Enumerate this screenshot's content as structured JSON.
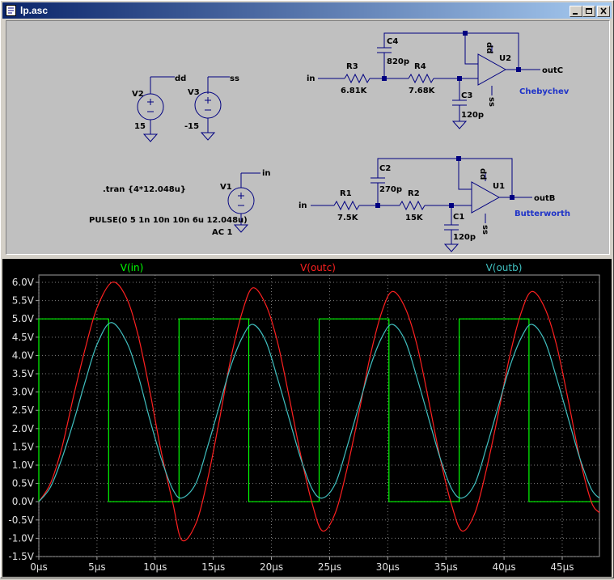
{
  "window": {
    "title": "lp.asc"
  },
  "schematic": {
    "labels": {
      "dd": "dd",
      "ss": "ss",
      "in": "in",
      "v2": "V2",
      "v2_value": "15",
      "v3": "V3",
      "v3_value": "-15",
      "v1": "V1",
      "tran": ".tran {4*12.048u}",
      "pulse": "PULSE(0 5 1n 10n 10n 6u 12.048u)",
      "ac": "AC 1",
      "c4": "C4",
      "c4_value": "820p",
      "r3": "R3",
      "r3_value": "6.81K",
      "r4": "R4",
      "r4_value": "7.68K",
      "c3": "C3",
      "c3_value": "120p",
      "u2": "U2",
      "outc": "outC",
      "chebychev": "Chebychev",
      "c2": "C2",
      "c2_value": "270p",
      "r1": "R1",
      "r1_value": "7.5K",
      "r2": "R2",
      "r2_value": "15K",
      "c1": "C1",
      "c1_value": "120p",
      "u1": "U1",
      "outb": "outB",
      "butterworth": "Butterworth"
    }
  },
  "chart_data": {
    "type": "line",
    "xlabel": "",
    "ylabel": "",
    "xlim": [
      0,
      48.2
    ],
    "ylim": [
      -1.5,
      6.2
    ],
    "x_ticks": [
      "0µs",
      "5µs",
      "10µs",
      "15µs",
      "20µs",
      "25µs",
      "30µs",
      "35µs",
      "40µs",
      "45µs"
    ],
    "y_ticks": [
      "6.0V",
      "5.5V",
      "5.0V",
      "4.5V",
      "4.0V",
      "3.5V",
      "3.0V",
      "2.5V",
      "2.0V",
      "1.5V",
      "1.0V",
      "0.5V",
      "0.0V",
      "-0.5V",
      "-1.0V",
      "-1.5V"
    ],
    "grid": true,
    "legend_placement": "top",
    "series": [
      {
        "name": "V(in)",
        "color": "#00ff00",
        "x": [
          0,
          0,
          6,
          6,
          12.05,
          12.05,
          18.05,
          18.05,
          24.1,
          24.1,
          30.1,
          30.1,
          36.14,
          36.14,
          42.14,
          42.14,
          48.2
        ],
        "y": [
          0,
          5,
          5,
          0,
          0,
          5,
          5,
          0,
          0,
          5,
          5,
          0,
          0,
          5,
          5,
          0,
          0
        ]
      },
      {
        "name": "V(outc)",
        "color": "#ff2020",
        "x": [
          0,
          1,
          2,
          3,
          4,
          5,
          6.3,
          7.5,
          8.5,
          9.5,
          10.5,
          11.5,
          12.3,
          13.5,
          14.5,
          15.5,
          16.5,
          17.5,
          18.4,
          19.5,
          20.5,
          21.5,
          22.5,
          23.5,
          24.4,
          25.5,
          26.5,
          27.5,
          28.5,
          29.5,
          30.4,
          31.5,
          32.5,
          33.5,
          34.5,
          35.5,
          36.4,
          37.5,
          38.5,
          39.5,
          40.5,
          41.5,
          42.4,
          43.5,
          44.5,
          45.5,
          46.5,
          47.5,
          48.2
        ],
        "y": [
          0,
          0.5,
          1.5,
          2.9,
          4.2,
          5.3,
          6.0,
          5.6,
          4.6,
          3.1,
          1.4,
          0.0,
          -1.05,
          -0.6,
          0.6,
          2.2,
          3.9,
          5.2,
          5.85,
          5.4,
          4.4,
          2.9,
          1.3,
          -0.05,
          -0.8,
          -0.3,
          0.9,
          2.4,
          4.0,
          5.2,
          5.75,
          5.3,
          4.3,
          2.8,
          1.2,
          -0.1,
          -0.8,
          -0.3,
          0.9,
          2.4,
          4.0,
          5.2,
          5.75,
          5.3,
          4.3,
          2.8,
          1.2,
          0.0,
          -0.3
        ]
      },
      {
        "name": "V(outb)",
        "color": "#40c0c0",
        "x": [
          0,
          1,
          2,
          3,
          4,
          5,
          6.2,
          7.5,
          8.5,
          9.5,
          10.5,
          11.5,
          12.3,
          13.5,
          14.5,
          15.5,
          16.5,
          17.5,
          18.4,
          19.5,
          20.5,
          21.5,
          22.5,
          23.5,
          24.4,
          25.5,
          26.5,
          27.5,
          28.5,
          29.5,
          30.4,
          31.5,
          32.5,
          33.5,
          34.5,
          35.5,
          36.4,
          37.5,
          38.5,
          39.5,
          40.5,
          41.5,
          42.4,
          43.5,
          44.5,
          45.5,
          46.5,
          47.5,
          48.2
        ],
        "y": [
          0,
          0.4,
          1.2,
          2.2,
          3.3,
          4.3,
          4.9,
          4.4,
          3.5,
          2.3,
          1.2,
          0.35,
          0.1,
          0.5,
          1.5,
          2.6,
          3.7,
          4.5,
          4.85,
          4.4,
          3.4,
          2.3,
          1.2,
          0.35,
          0.1,
          0.5,
          1.5,
          2.6,
          3.7,
          4.5,
          4.85,
          4.4,
          3.4,
          2.3,
          1.2,
          0.35,
          0.1,
          0.5,
          1.5,
          2.6,
          3.7,
          4.5,
          4.85,
          4.4,
          3.4,
          2.3,
          1.2,
          0.35,
          0.1
        ]
      }
    ]
  }
}
